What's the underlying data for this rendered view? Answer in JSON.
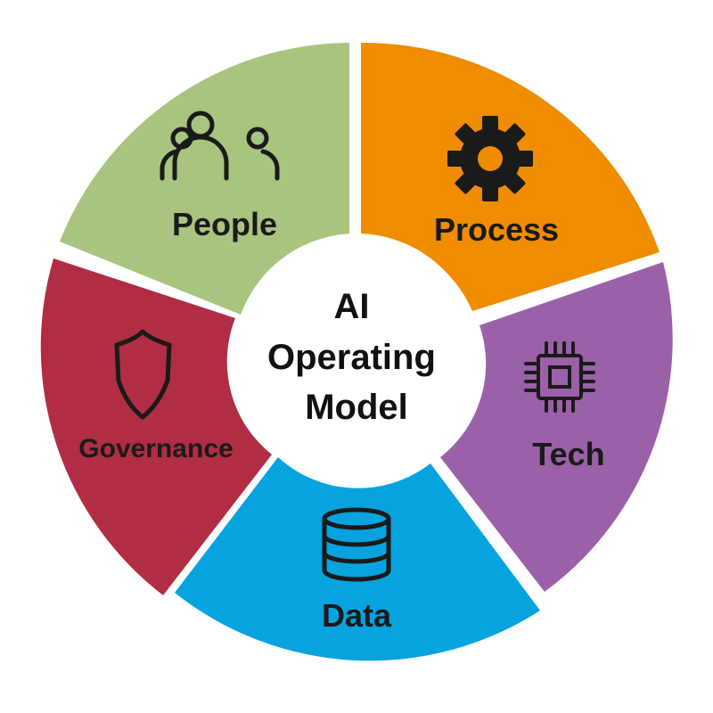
{
  "center": {
    "lines": [
      "AI",
      "Operating",
      "Model"
    ]
  },
  "segments": [
    {
      "key": "people",
      "label": "People",
      "color": "#a8c47e",
      "icon": "people-icon"
    },
    {
      "key": "process",
      "label": "Process",
      "color": "#ef8c00",
      "icon": "gear-icon"
    },
    {
      "key": "tech",
      "label": "Tech",
      "color": "#9a61a8",
      "icon": "chip-icon"
    },
    {
      "key": "data",
      "label": "Data",
      "color": "#06a3df",
      "icon": "database-icon"
    },
    {
      "key": "governance",
      "label": "Governance",
      "color": "#b12d43",
      "icon": "shield-icon"
    }
  ]
}
